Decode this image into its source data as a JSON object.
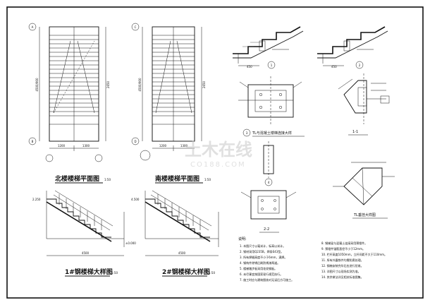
{
  "titles": {
    "north_plan": "北楼楼梯平面图",
    "south_plan": "南楼楼梯平面图",
    "stair1": "1#钢楼梯大样图",
    "stair2": "2#钢楼梯大样图",
    "detail_tl": "TL与混凝土楼梯连接大样",
    "section_11": "1-1",
    "section_22": "2-2",
    "tl_detail": "TL垂挂大样图"
  },
  "scales": {
    "north_plan": "1:50",
    "south_plan": "1:50",
    "stair1": "1:50",
    "stair2": "1:50"
  },
  "circle_labels": {
    "detail_1": "1",
    "detail_2": "2",
    "detail_3": "3",
    "detail_4": "4",
    "axis_a": "A",
    "axis_b": "B",
    "axis_c": "C",
    "axis_d": "D"
  },
  "dimensions": {
    "north_height": "4500/900",
    "north_side": "2650",
    "south_height": "4500/900",
    "south_side": "2650",
    "north_bottom_a": "1200",
    "north_bottom_b": "1300",
    "south_bottom_a": "1200",
    "south_bottom_b": "1300",
    "stair1_width": "4500",
    "stair2_width": "4500",
    "elev_a": "±0.000",
    "elev_b": "2.250",
    "elev_c": "4.500"
  },
  "notes": {
    "heading": "说明:",
    "items": [
      "1. 本图尺寸以毫米计，标高以米计。",
      "2. 钢材采用Q235B，焊条E43型。",
      "3. 所有焊缝高度不小于6mm，满焊。",
      "4. 钢构件除锈后刷防锈漆两道。",
      "5. 楼梯踏步板采用花纹钢板。",
      "6. 未尽事宜按国家现行规范执行。",
      "7. 施工时应与建筑图核对无误后方可施工。"
    ],
    "right_items": [
      "8. 钢梯梁与混凝土连接采用预埋件。",
      "9. 预埋件锚筋直径不小于12mm。",
      "10. 栏杆高度1050mm，立杆间距不大于110mm。",
      "11. 所有外露铁件均需防腐处理。",
      "12. 钢梯安装完毕后应进行验收。",
      "13. 详图尺寸以现场实测为准。",
      "14. 其余做法详见相关标准图集。"
    ]
  },
  "watermark": {
    "main": "土木在线",
    "sub": "CO188.COM"
  }
}
